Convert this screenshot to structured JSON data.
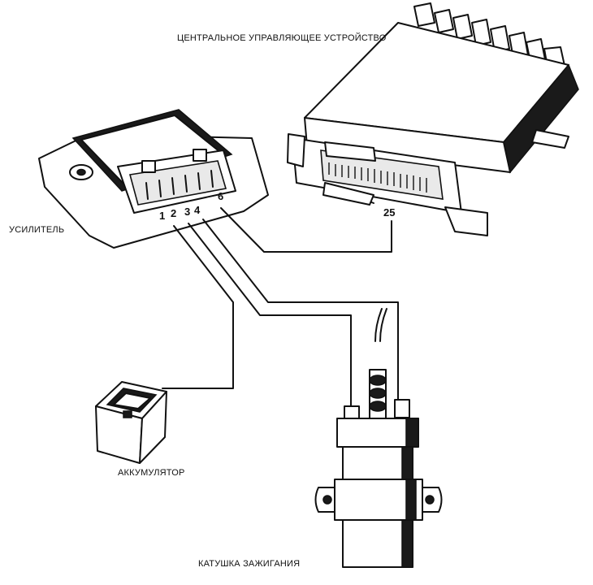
{
  "labels": {
    "ecu": "ЦЕНТРАЛЬНОЕ УПРАВЛЯЮЩЕЕ УСТРОЙСТВО",
    "amplifier": "УСИЛИТЕЛЬ",
    "battery": "АККУМУЛЯТОР",
    "coil": "КАТУШКА ЗАЖИГАНИЯ"
  },
  "pins": {
    "p1": "1",
    "p2": "2",
    "p3": "3",
    "p4": "4",
    "p6": "6",
    "ecu_pin": "25"
  }
}
